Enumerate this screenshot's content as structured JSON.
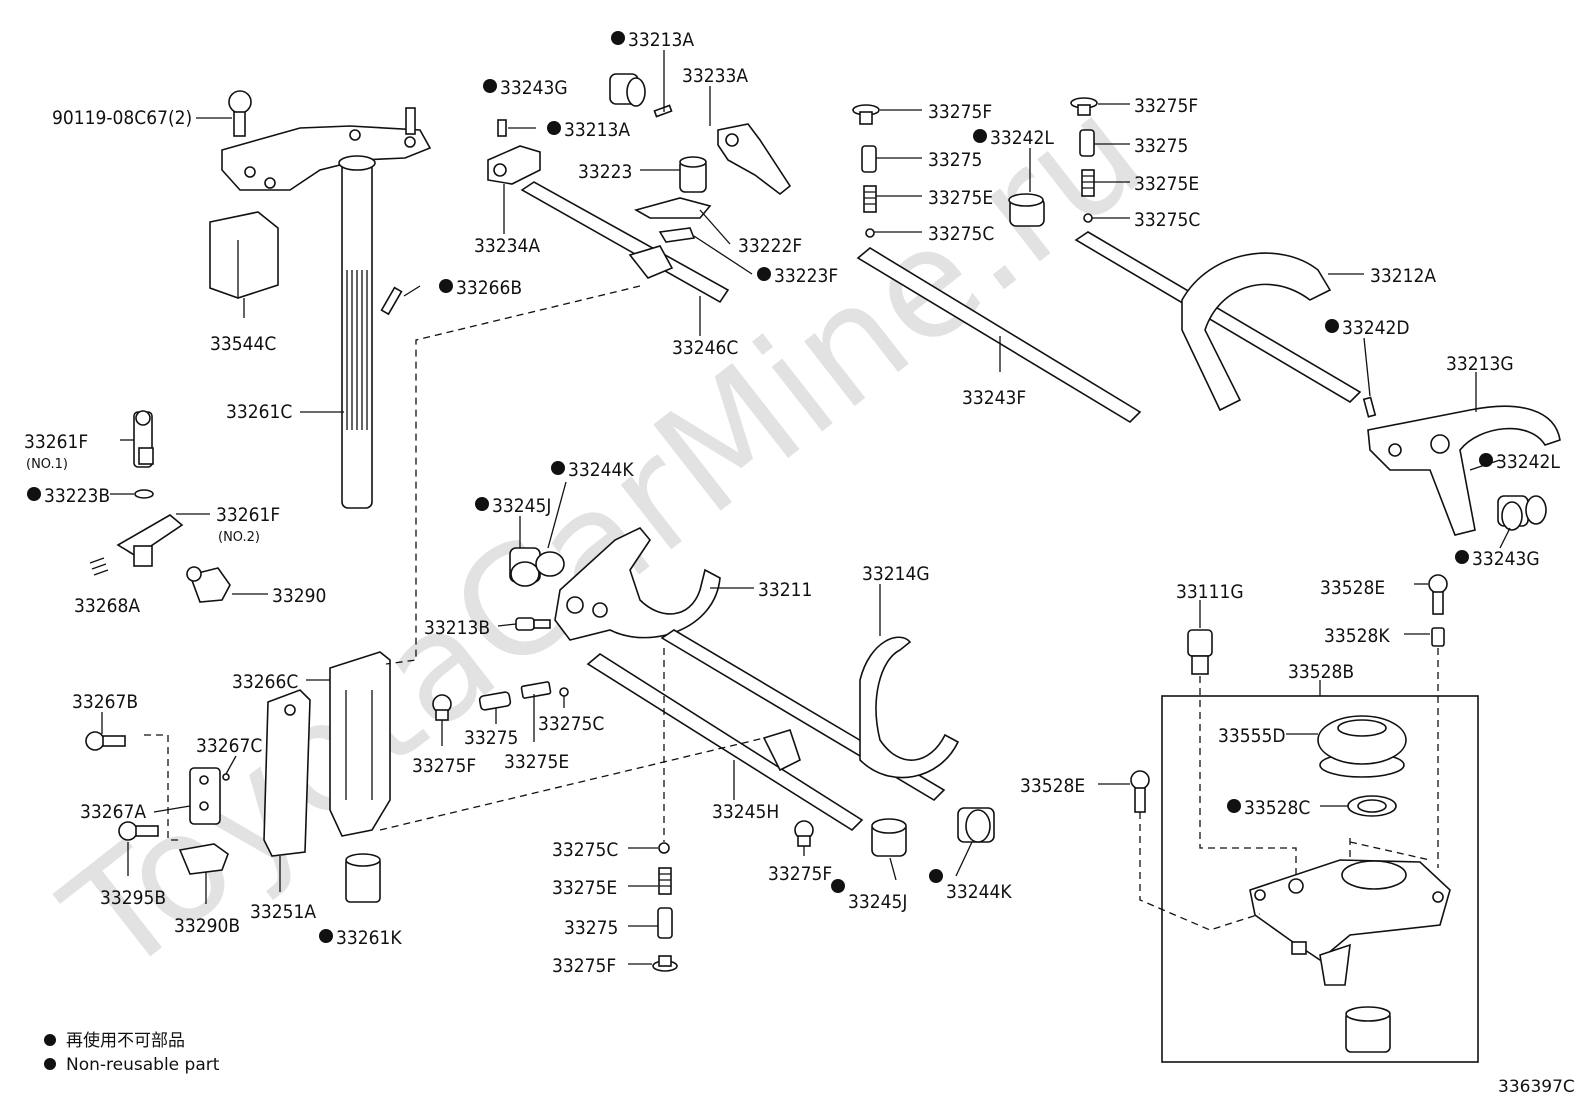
{
  "watermark": "ToyotaCarMine.ru",
  "diagram_id": "336397C",
  "legend": {
    "jp": "再使用不可部品",
    "en": "Non-reusable part"
  },
  "labels": {
    "l90119": "90119-08C67(2)",
    "l33544C": "33544C",
    "l33261C": "33261C",
    "l33261F_1": "33261F",
    "no1": "(NO.1)",
    "l33223B": "33223B",
    "l33261F_2": "33261F",
    "no2": "(NO.2)",
    "l33268A": "33268A",
    "l33290": "33290",
    "l33266B": "33266B",
    "l33213A_top": "33213A",
    "l33243G_top": "33243G",
    "l33233A": "33233A",
    "l33213A_mid": "33213A",
    "l33223": "33223",
    "l33234A": "33234A",
    "l33222F": "33222F",
    "l33223F": "33223F",
    "l33246C": "33246C",
    "l33275F_a": "33275F",
    "l33275_a": "33275",
    "l33275E_a": "33275E",
    "l33275C_a": "33275C",
    "l33242L_a": "33242L",
    "l33243F": "33243F",
    "l33275F_b": "33275F",
    "l33275_b": "33275",
    "l33275E_b": "33275E",
    "l33275C_b": "33275C",
    "l33212A": "33212A",
    "l33242D": "33242D",
    "l33213G": "33213G",
    "l33242L_b": "33242L",
    "l33243G_b": "33243G",
    "l33244K_a": "33244K",
    "l33245J_a": "33245J",
    "l33211": "33211",
    "l33214G": "33214G",
    "l33213B": "33213B",
    "l33266C": "33266C",
    "l33267B": "33267B",
    "l33267C": "33267C",
    "l33267A": "33267A",
    "l33295B": "33295B",
    "l33290B": "33290B",
    "l33251A": "33251A",
    "l33261K": "33261K",
    "l33275F_c": "33275F",
    "l33275_c": "33275",
    "l33275E_c": "33275E",
    "l33275C_c": "33275C",
    "l33245H": "33245H",
    "l33275C_d": "33275C",
    "l33275E_d": "33275E",
    "l33275_d": "33275",
    "l33275F_d": "33275F",
    "l33275F_e": "33275F",
    "l33245J_b": "33245J",
    "l33244K_b": "33244K",
    "l33111G": "33111G",
    "l33528E_a": "33528E",
    "l33528K": "33528K",
    "l33528B": "33528B",
    "l33555D": "33555D",
    "l33528C": "33528C",
    "l33528E_b": "33528E"
  }
}
